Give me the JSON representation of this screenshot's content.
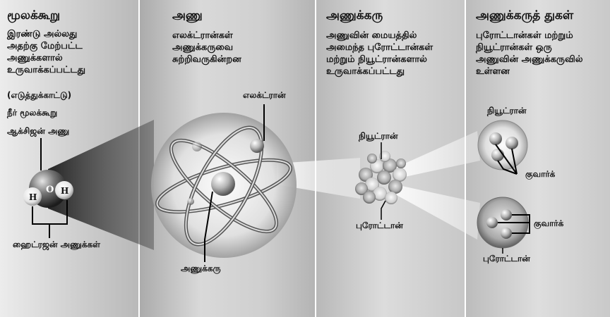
{
  "panels": [
    {
      "heading": "மூலக்கூறு",
      "description": "இரண்டு அல்லது\nஅதற்கு மேற்பட்ட\nஅணுக்களால்\nஉருவாக்கப்பட்டது",
      "example_label": "(எடுத்துக்காட்டு)",
      "example_name": "நீர் மூலக்கூறு",
      "labels": {
        "oxygen_atom": "ஆக்சிஜன் அணு",
        "hydrogen_atoms": "ஹைட்ரஜன் அணுக்கள்"
      },
      "atom_symbols": {
        "oxygen": "O",
        "hydrogen_left": "H",
        "hydrogen_right": "H"
      }
    },
    {
      "heading": "அணு",
      "description": "எலக்ட்ரான்கள்\nஅணுக்கருவை\nசுற்றிவருகின்றன",
      "labels": {
        "electron": "எலக்ட்ரான்",
        "nucleus": "அணுக்கரு"
      }
    },
    {
      "heading": "அணுக்கரு",
      "description": "அணுவின் மையத்தில்\nஅமைந்த புரோட்டான்கள்\nமற்றும் நியூட்ரான்களால்\nஉருவாக்கப்பட்டது",
      "labels": {
        "neutron": "நியூட்ரான்",
        "proton": "புரோட்டான்"
      }
    },
    {
      "heading": "அணுக்கருத் துகள்",
      "description": "புரோட்டான்கள் மற்றும்\nநியூட்ரான்கள் ஒரு\nஅணுவின் அணுக்கருவில்\nஉள்ளன",
      "labels": {
        "neutron": "நியூட்ரான்",
        "quark_top": "குவார்க்",
        "quark_bottom": "குவார்க்",
        "proton": "புரோட்டான்"
      }
    }
  ]
}
